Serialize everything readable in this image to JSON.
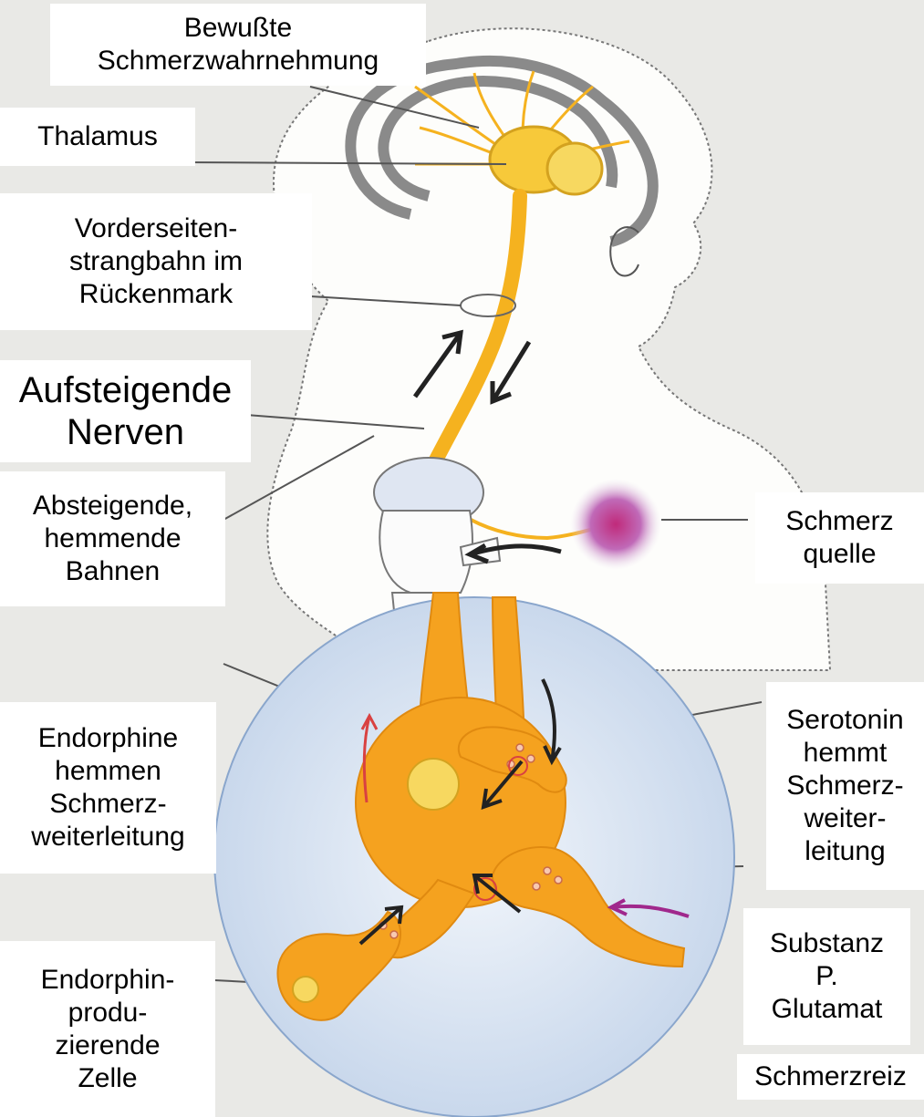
{
  "labels": {
    "conscious": [
      "Bewußte",
      "Schmerzwahrnehmung"
    ],
    "thalamus": [
      "Thalamus"
    ],
    "tract": [
      "Vorderseiten-",
      "strangbahn im",
      "Rückenmark"
    ],
    "ascending": [
      "Aufsteigende",
      "Nerven"
    ],
    "descending": [
      "Absteigende,",
      "hemmende",
      "Bahnen"
    ],
    "source": [
      "Schmerz",
      "quelle"
    ],
    "endorphins": [
      "Endorphine",
      "hemmen",
      "Schmerz-",
      "weiterleitung"
    ],
    "serotonin": [
      "Serotonin",
      "hemmt",
      "Schmerz-",
      "weiter-",
      "leitung"
    ],
    "substance": [
      "Substanz",
      "P.",
      "Glutamat"
    ],
    "stimulus": [
      "Schmerzreiz"
    ],
    "cell": [
      "Endorphin-",
      "produ-",
      "zierende",
      "Zelle"
    ]
  },
  "colors": {
    "background": "#e9e9e6",
    "nerve": "#f5b21f",
    "brain_gray": "#8a8a8a",
    "arrow_red": "#d94141",
    "arrow_purple": "#a0288c",
    "pain_source": "#b05ab0"
  }
}
